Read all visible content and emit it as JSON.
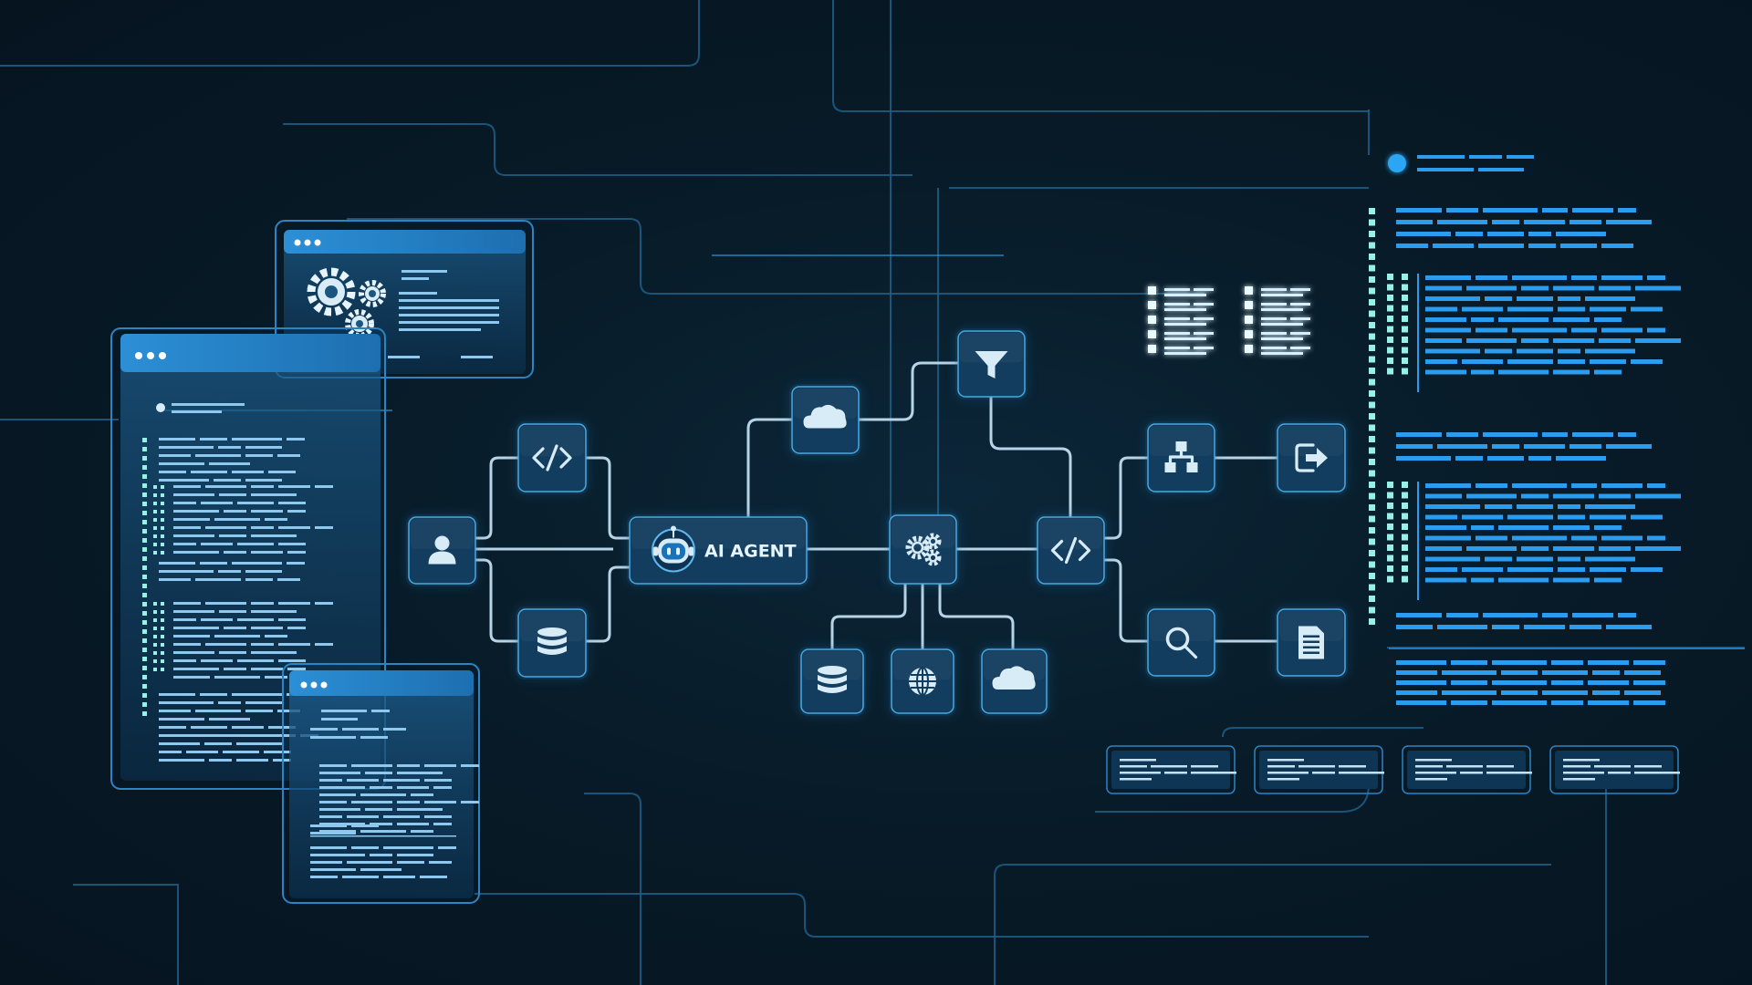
{
  "diagram": {
    "agent_label": "AI AGENT",
    "nodes": [
      {
        "id": "user",
        "icon": "user-icon"
      },
      {
        "id": "code-top",
        "icon": "code-icon"
      },
      {
        "id": "database-left",
        "icon": "database-icon"
      },
      {
        "id": "ai-agent",
        "icon": "robot-icon"
      },
      {
        "id": "cloud-top",
        "icon": "cloud-icon"
      },
      {
        "id": "filter",
        "icon": "filter-icon"
      },
      {
        "id": "gears",
        "icon": "gears-icon"
      },
      {
        "id": "database-bottom",
        "icon": "database-icon"
      },
      {
        "id": "globe",
        "icon": "globe-icon"
      },
      {
        "id": "cloud-bottom",
        "icon": "cloud-icon"
      },
      {
        "id": "code-right",
        "icon": "code-icon"
      },
      {
        "id": "sitemap",
        "icon": "sitemap-icon"
      },
      {
        "id": "export",
        "icon": "export-icon"
      },
      {
        "id": "search",
        "icon": "search-icon"
      },
      {
        "id": "document",
        "icon": "document-icon"
      }
    ]
  },
  "colors": {
    "background": "#081b28",
    "node_fill": "#123d5e",
    "node_border": "#4ba8e0",
    "wire": "#b7d3e6",
    "accent": "#2a9df0",
    "dots": "#9af0e6"
  }
}
